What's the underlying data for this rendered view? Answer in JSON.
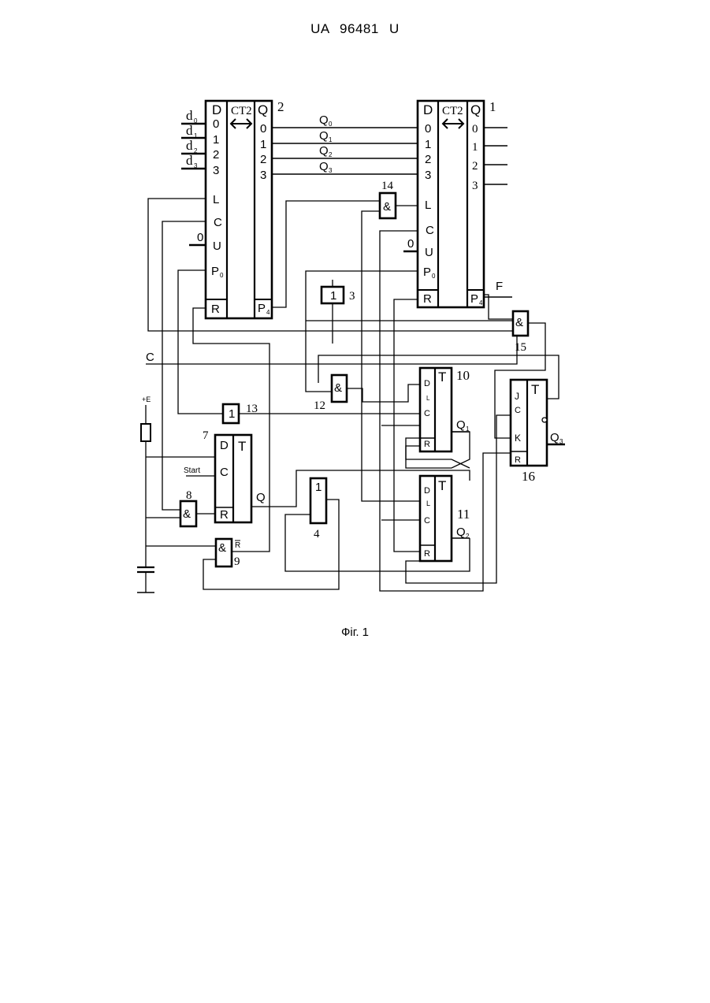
{
  "header": "UA   96481   U",
  "caption": "Фіг. 1",
  "components": {
    "counter2": {
      "number": "2",
      "type": "CT2",
      "input_col": "D",
      "output_col": "Q",
      "in_pins": [
        "0",
        "1",
        "2",
        "3"
      ],
      "out_pins": [
        "0",
        "1",
        "2",
        "3"
      ],
      "L": "L",
      "C": "C",
      "U": "U",
      "P0": "P",
      "P0_sub": "0",
      "R": "R",
      "P4": "P",
      "P4_sub": "4"
    },
    "counter1": {
      "number": "1",
      "type": "CT2",
      "input_col": "D",
      "output_col": "Q",
      "in_pins": [
        "0",
        "1",
        "2",
        "3"
      ],
      "out_pins": [
        "0",
        "1",
        "2",
        "3"
      ],
      "L": "L",
      "C": "C",
      "U": "U",
      "P0": "P",
      "P0_sub": "0",
      "R": "R",
      "P4": "P",
      "P4_sub": "4"
    },
    "gate3": {
      "number": "3",
      "symbol": "1"
    },
    "gate4": {
      "number": "4",
      "symbol": "1"
    },
    "ff7": {
      "number": "7",
      "type": "T",
      "D": "D",
      "C": "C",
      "R": "R",
      "out": "Q",
      "start": "Start"
    },
    "gate8": {
      "number": "8",
      "symbol": "&"
    },
    "gate9": {
      "number": "9",
      "symbol": "&",
      "out": "R"
    },
    "ff10": {
      "number": "10",
      "type": "T",
      "D": "D",
      "L": "L",
      "C": "C",
      "R": "R",
      "out": "Q",
      "out_sub": "1"
    },
    "ff11": {
      "number": "11",
      "type": "T",
      "D": "D",
      "L": "L",
      "C": "C",
      "R": "R",
      "out": "Q",
      "out_sub": "2"
    },
    "gate12": {
      "number": "12",
      "symbol": "&"
    },
    "gate13": {
      "number": "13",
      "symbol": "1"
    },
    "gate14": {
      "number": "14",
      "symbol": "&"
    },
    "gate15": {
      "number": "15",
      "symbol": "&"
    },
    "jk16": {
      "number": "16",
      "type": "T",
      "J": "J",
      "C": "C",
      "K": "K",
      "R": "R",
      "out": "Q",
      "out_sub": "3"
    }
  },
  "signals": {
    "d": "d",
    "d_subs": [
      "0",
      "1",
      "2",
      "3"
    ],
    "Q": "Q",
    "Q_subs": [
      "0",
      "1",
      "2",
      "3"
    ],
    "zero": "0",
    "clock": "C",
    "F": "F",
    "supply": "+E"
  }
}
